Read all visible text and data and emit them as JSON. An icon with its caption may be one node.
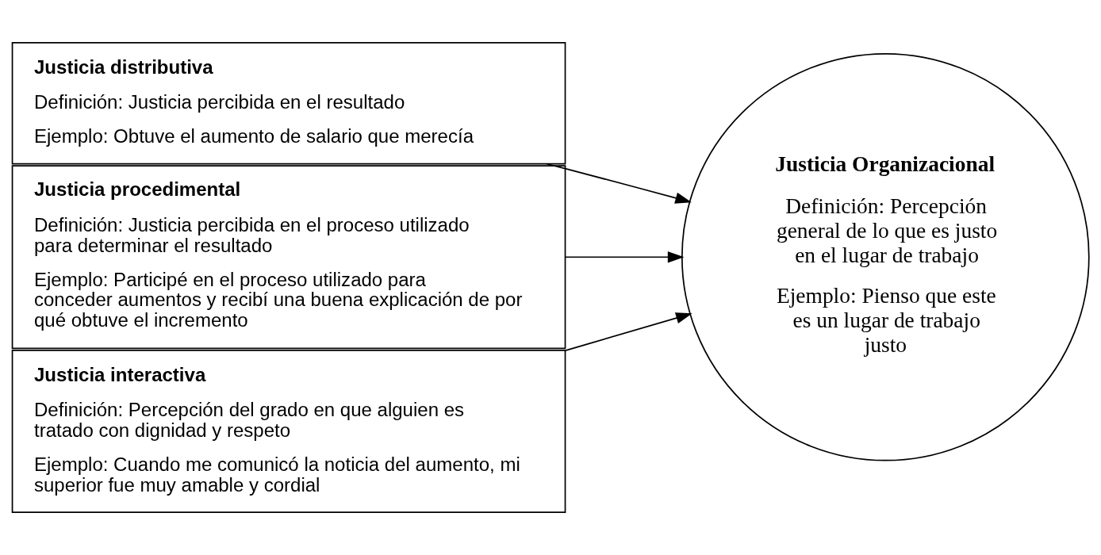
{
  "diagram": {
    "nodes": [
      {
        "text": [
          "Justicia distributiva",
          "Definición: Justicia percibida en el resultado",
          "Ejemplo: Obtuve el aumento de salario que merecía"
        ]
      },
      {
        "text": [
          "Justicia procedimental",
          "Definición: Justicia percibida en el proceso utilizado para determinar el resultado",
          "Ejemplo: Participé en el proceso utilizado para conceder aumentos y recibí una buena explicación de por qué obtuve el incremento"
        ]
      },
      {
        "text": [
          "Justicia interactiva",
          "Definición: Percepción del grado en que alguien es tratado con dignidad y respeto",
          "Ejemplo: Cuando me comunicó la noticia del aumento, mi superior fue muy amable y cordial"
        ]
      },
      {
        "text": [
          "Justicia Organizacional",
          "Definición: Percepción general de lo que es justo en el lugar de trabajo",
          "Ejemplo: Pienso que este es un lugar de trabajo justo"
        ]
      }
    ],
    "edges": [
      {
        "from": 0,
        "to": 3,
        "arrow": "to"
      },
      {
        "from": 1,
        "to": 3,
        "arrow": "to"
      },
      {
        "from": 2,
        "to": 3,
        "arrow": "to"
      }
    ]
  }
}
